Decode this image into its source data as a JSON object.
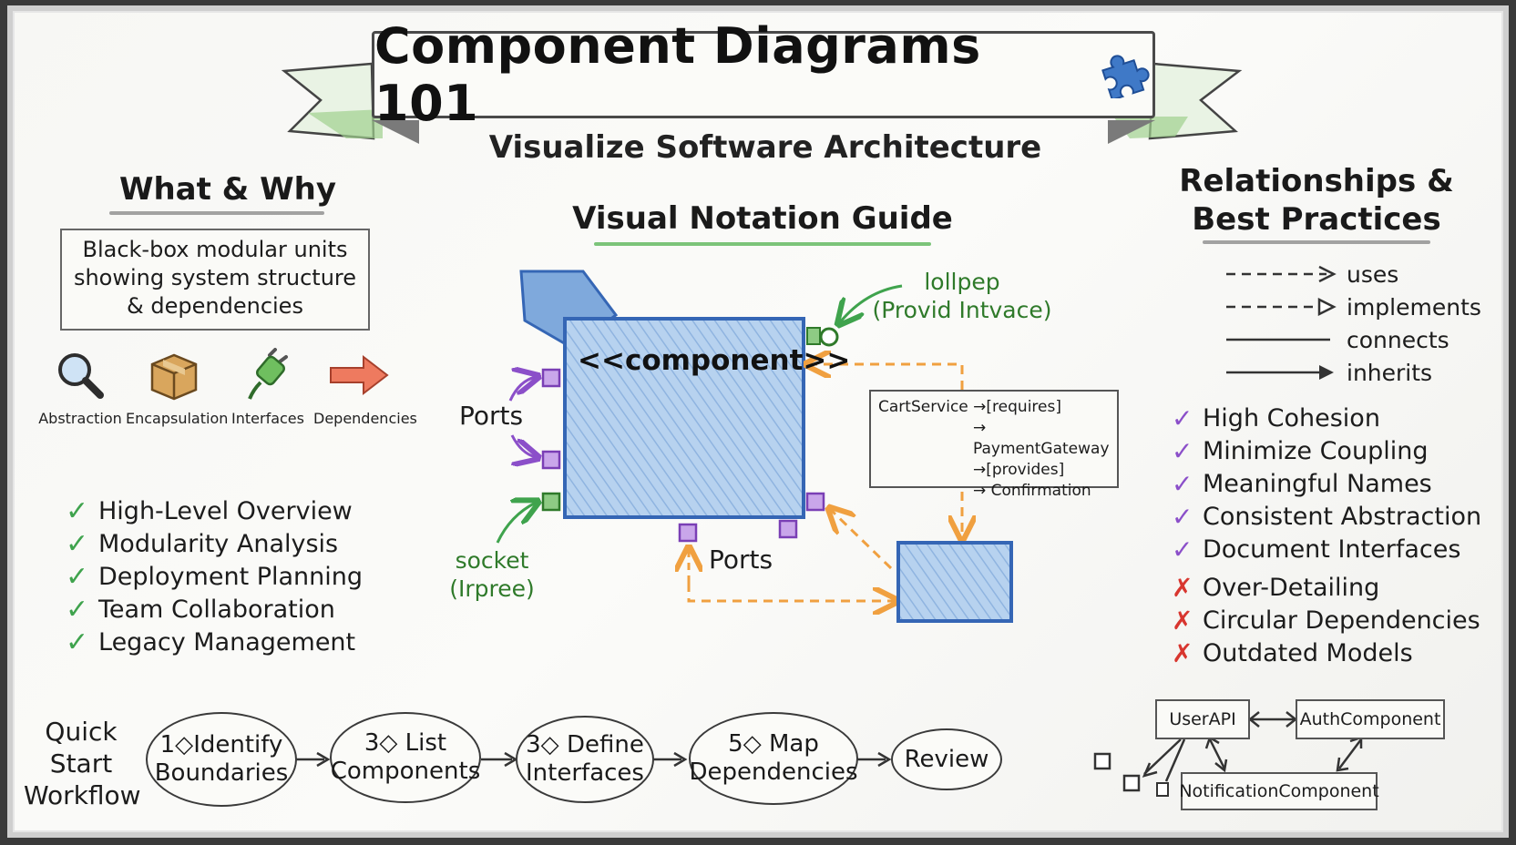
{
  "title": "Component Diagrams 101",
  "subtitle": "Visualize Software Architecture",
  "left": {
    "heading": "What & Why",
    "definition_lines": [
      "Black-box modular units",
      "showing system structure",
      "& dependencies"
    ],
    "icons": [
      {
        "icon": "magnifier-icon",
        "label": "Abstraction"
      },
      {
        "icon": "box-icon",
        "label": "Encapsulation"
      },
      {
        "icon": "plug-icon",
        "label": "Interfaces"
      },
      {
        "icon": "arrow-icon",
        "label": "Dependencies"
      }
    ],
    "benefits": [
      "High-Level Overview",
      "Modularity Analysis",
      "Deployment Planning",
      "Team Collaboration",
      "Legacy Management"
    ]
  },
  "center": {
    "heading": "Visual Notation Guide",
    "component_label": "<<component>>",
    "lollipop_label": [
      "lollpep",
      "(Provid Intvace)"
    ],
    "socket_label": [
      "socket",
      "(Irpree)"
    ],
    "ports_label_left": "Ports",
    "ports_label_bottom": "Ports",
    "note_lines": [
      "CartService →[requires]",
      "→ PaymentGateway",
      "→[provides]",
      "→ Confirmation"
    ]
  },
  "right": {
    "heading_lines": [
      "Relationships &",
      "Best Practices"
    ],
    "legend": [
      "uses",
      "implements",
      "connects",
      "inherits"
    ],
    "do_list": [
      "High Cohesion",
      "Minimize Coupling",
      "Meaningful Names",
      "Consistent Abstraction",
      "Document Interfaces"
    ],
    "dont_list": [
      "Over-Detailing",
      "Circular Dependencies",
      "Outdated Models"
    ],
    "mini_diagram": {
      "user_api": "UserAPI",
      "auth": "AuthComponent",
      "notification": "NotificationComponent"
    }
  },
  "workflow": {
    "label_lines": [
      "Quick",
      "Start",
      "Workflow"
    ],
    "steps": [
      {
        "prefix": "1◇",
        "lines": [
          "Identify",
          "Boundaries"
        ]
      },
      {
        "prefix": "3◇",
        "lines": [
          "List",
          "Components"
        ]
      },
      {
        "prefix": "3◇",
        "lines": [
          "Define",
          "Interfaces"
        ]
      },
      {
        "prefix": "5◇",
        "lines": [
          "Map",
          "Dependencies"
        ]
      },
      {
        "prefix": "",
        "lines": [
          "Review"
        ]
      }
    ]
  },
  "colors": {
    "component_fill": "#a9c8ea",
    "component_border": "#3566b5",
    "port": "#b88fdc",
    "dependency_arrow": "#f0a040",
    "green": "#3fa34d",
    "purple_check": "#8b4fc9",
    "red_x": "#d8362f"
  }
}
